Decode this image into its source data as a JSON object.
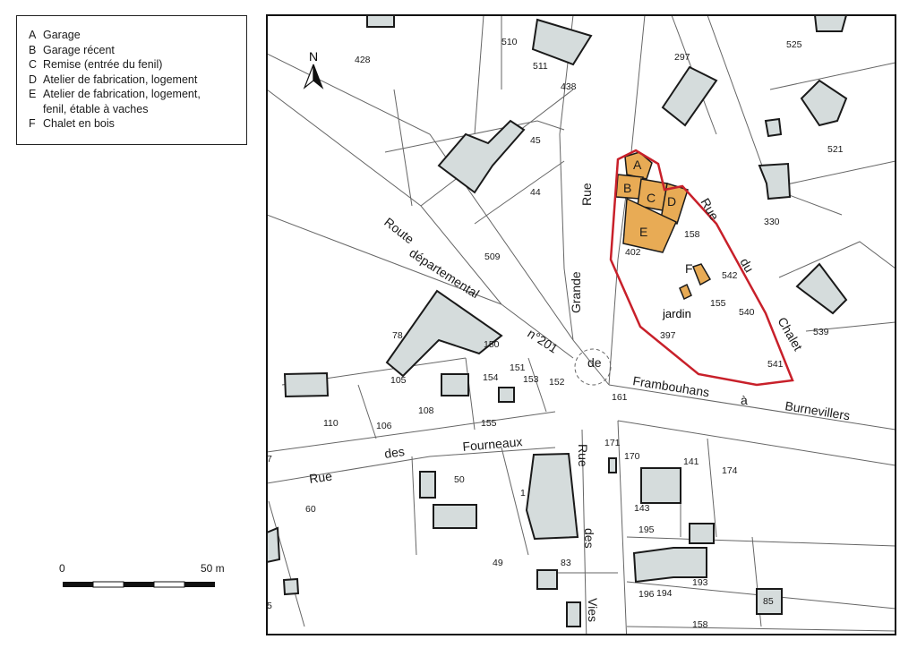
{
  "legend": {
    "items": [
      {
        "key": "A",
        "text": "Garage"
      },
      {
        "key": "B",
        "text": "Garage récent"
      },
      {
        "key": "C",
        "text": "Remise (entrée du fenil)"
      },
      {
        "key": "D",
        "text": "Atelier de fabrication, logement"
      },
      {
        "key": "E",
        "text": "Atelier de fabrication, logement,"
      },
      {
        "key": "",
        "text": "fenil, étable à vaches"
      },
      {
        "key": "F",
        "text": "Chalet en bois"
      }
    ]
  },
  "scale": {
    "start": "0",
    "end": "50 m"
  },
  "map": {
    "north": "N",
    "colors": {
      "building": "#d5dcdc",
      "highlight": "#e8ab55",
      "boundary": "#c8202a",
      "line": "#555555"
    },
    "street_words": {
      "route": "Route",
      "departemental": "départemental",
      "n201": "n°201",
      "de": "de",
      "frambouhans": "Frambouhans",
      "a": "à",
      "burnevillers": "Burnevillers",
      "grande": "Grande",
      "rue": "Rue",
      "du": "du",
      "chalet": "Chalet",
      "rue2": "Rue",
      "des": "des",
      "fourneaux": "Fourneaux",
      "rue3": "Rue",
      "des2": "des",
      "vies": "Vies"
    },
    "building_letters": {
      "a": "A",
      "b": "B",
      "c": "C",
      "d": "D",
      "e": "E",
      "f": "F"
    },
    "jardin": "jardin",
    "parcels": {
      "p428": "428",
      "p510": "510",
      "p511": "511",
      "p438": "438",
      "p297": "297",
      "p525": "525",
      "p45": "45",
      "p44": "44",
      "p521": "521",
      "p330": "330",
      "p509": "509",
      "p158": "158",
      "p402": "402",
      "p542": "542",
      "p155": "155",
      "p540": "540",
      "p539": "539",
      "p397": "397",
      "p541": "541",
      "p78": "78",
      "p150": "150",
      "p105": "105",
      "p154": "154",
      "p151": "151",
      "p153": "153",
      "p152": "152",
      "p161": "161",
      "p110": "110",
      "p106": "106",
      "p108": "108",
      "p155b": "155",
      "p7": "7",
      "p171": "171",
      "p170": "170",
      "p141": "141",
      "p174": "174",
      "p50": "50",
      "p1": "1",
      "p60": "60",
      "p143": "143",
      "p195": "195",
      "p49": "49",
      "p83": "83",
      "p196": "196",
      "p194": "194",
      "p193": "193",
      "p85": "85",
      "p5": "5",
      "p158b": "158"
    }
  }
}
